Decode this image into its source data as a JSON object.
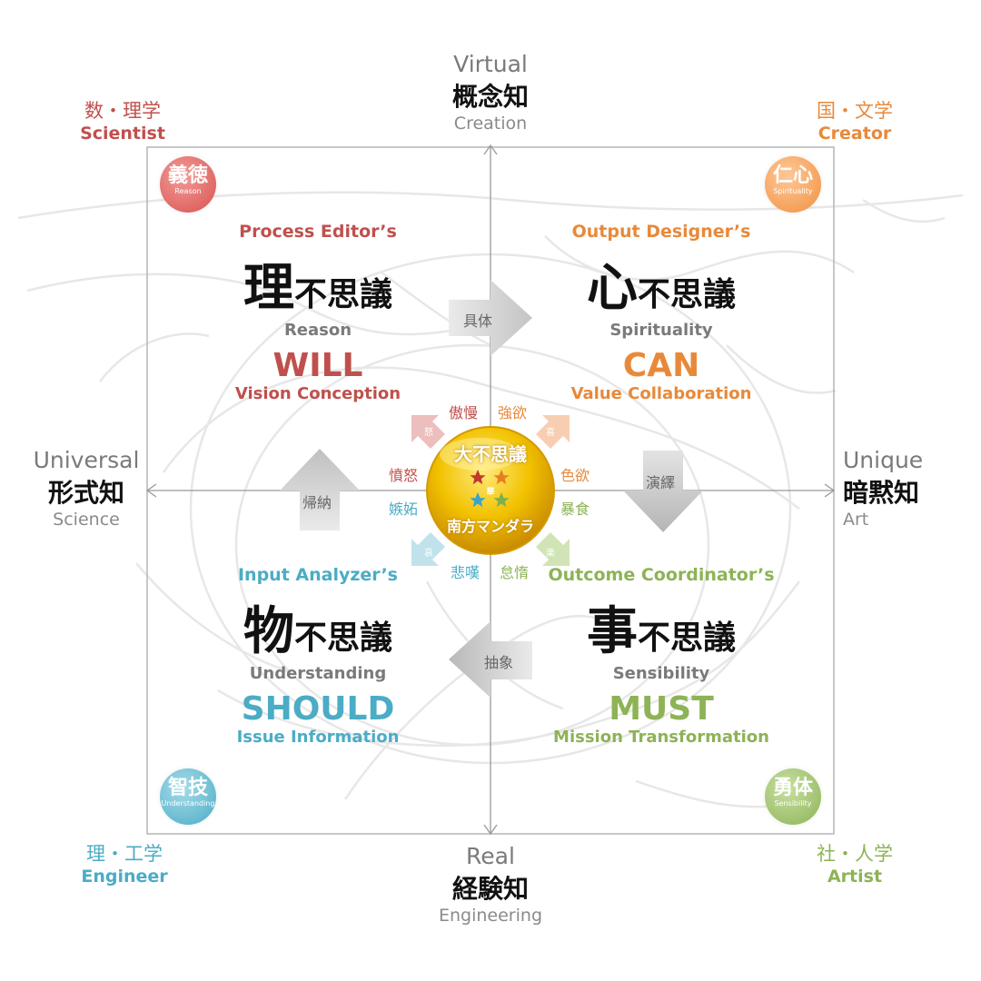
{
  "axes": {
    "top": {
      "en": "Virtual",
      "jp": "概念知",
      "sub": "Creation"
    },
    "bottom": {
      "en": "Real",
      "jp": "経験知",
      "sub": "Engineering"
    },
    "left": {
      "en": "Universal",
      "jp": "形式知",
      "sub": "Science"
    },
    "right": {
      "en": "Unique",
      "jp": "暗黙知",
      "sub": "Art"
    }
  },
  "corners": {
    "tl": {
      "jp": "数・理学",
      "en": "Scientist",
      "color": "#c0504d"
    },
    "tr": {
      "jp": "国・文学",
      "en": "Creator",
      "color": "#e8893a"
    },
    "bl": {
      "jp": "理・工学",
      "en": "Engineer",
      "color": "#4bacc6"
    },
    "br": {
      "jp": "社・人学",
      "en": "Artist",
      "color": "#8db356"
    }
  },
  "badges": {
    "tl": {
      "jp": "義徳",
      "en": "Reason"
    },
    "tr": {
      "jp": "仁心",
      "en": "Spirituality"
    },
    "bl": {
      "jp": "智技",
      "en": "Understanding"
    },
    "br": {
      "jp": "勇体",
      "en": "Sensibility"
    }
  },
  "quadrants": {
    "tl": {
      "role": "Process Editor’s",
      "k1": "理",
      "k2": "不思議",
      "eng": "Reason",
      "keyword": "WILL",
      "sub": "Vision Conception"
    },
    "tr": {
      "role": "Output Designer’s",
      "k1": "心",
      "k2": "不思議",
      "eng": "Spirituality",
      "keyword": "CAN",
      "sub": "Value Collaboration"
    },
    "bl": {
      "role": "Input Analyzer’s",
      "k1": "物",
      "k2": "不思議",
      "eng": "Understanding",
      "keyword": "SHOULD",
      "sub": "Issue Information"
    },
    "br": {
      "role": "Outcome Coordinator’s",
      "k1": "事",
      "k2": "不思議",
      "eng": "Sensibility",
      "keyword": "MUST",
      "sub": "Mission Transformation"
    }
  },
  "flow_arrows": {
    "right": "具体",
    "down": "演繹",
    "left": "抽象",
    "up": "帰納"
  },
  "emotions": {
    "tl_top": "傲慢",
    "tr_top": "強欲",
    "tl_side": "憤怒",
    "tr_side": "色欲",
    "bl_side": "嫉妬",
    "br_side": "暴食",
    "bl_bot": "悲嘆",
    "br_bot": "怠惰"
  },
  "small_arrows": {
    "tl": "怒",
    "tr": "喜",
    "bl": "哀",
    "br": "楽"
  },
  "center": {
    "top": "大不思議",
    "middle": "華",
    "bottom": "南方マンダラ"
  }
}
